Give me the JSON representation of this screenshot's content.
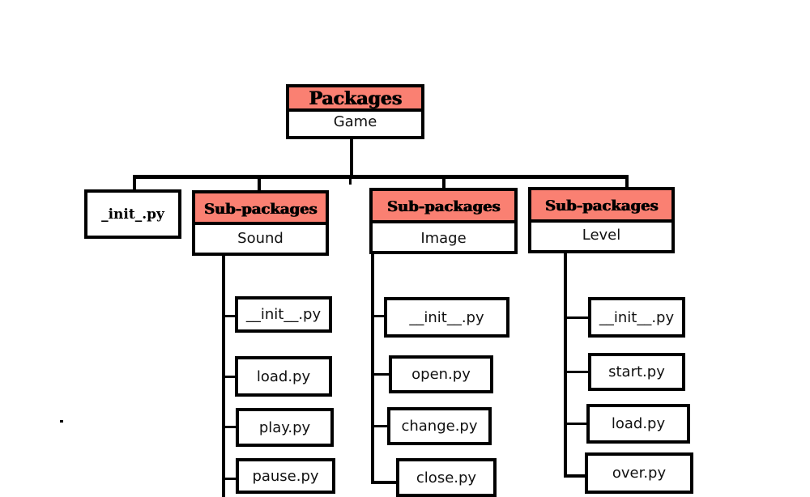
{
  "root": {
    "header": "Packages",
    "name": "Game"
  },
  "init_file": "_init_.py",
  "subpackages": [
    {
      "header": "Sub-packages",
      "name": "Sound",
      "files": [
        "__init__.py",
        "load.py",
        "play.py",
        "pause.py"
      ]
    },
    {
      "header": "Sub-packages",
      "name": "Image",
      "files": [
        "__init__.py",
        "open.py",
        "change.py",
        "close.py"
      ]
    },
    {
      "header": "Sub-packages",
      "name": "Level",
      "files": [
        "__init__.py",
        "start.py",
        "load.py",
        "over.py"
      ]
    }
  ]
}
